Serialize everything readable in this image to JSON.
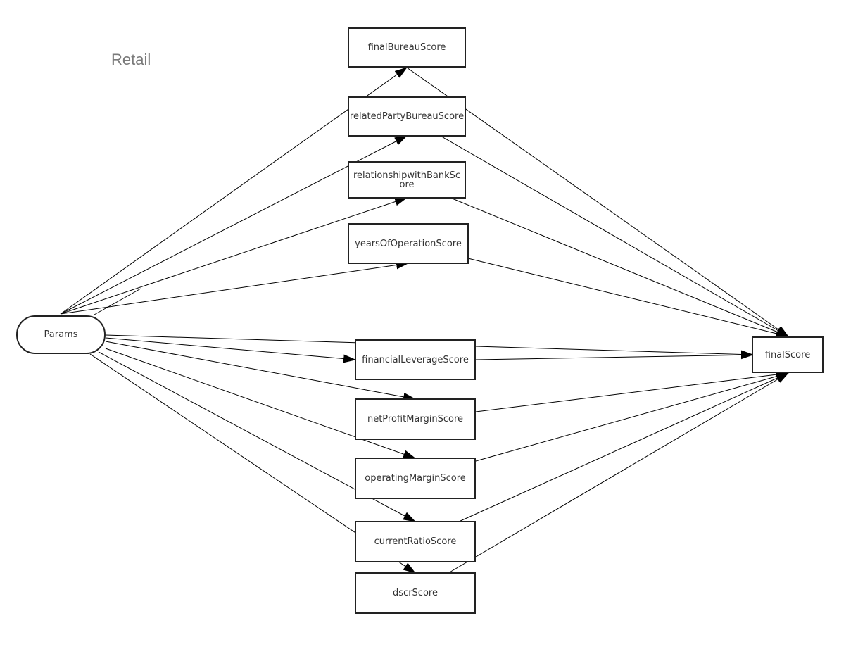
{
  "title": "Retail",
  "colors": {
    "stroke": "#000000",
    "border": "#222222",
    "text": "#333333",
    "title": "#7a7a7a"
  },
  "nodes": {
    "params": "Params",
    "finalBureauScore": "finalBureauScore",
    "relatedPartyBureauScore": "relatedPartyBureauScore",
    "relationshipWithBankScore": "relationshipwithBankScore",
    "yearsOfOperationScore": "yearsOfOperationScore",
    "financialLeverageScore": "financialLeverageScore",
    "netProfitMarginScore": "netProfitMarginScore",
    "operatingMarginScore": "operatingMarginScore",
    "currentRatioScore": "currentRatioScore",
    "dscrScore": "dscrScore",
    "finalScore": "finalScore"
  },
  "edges": [
    {
      "from": "params",
      "to": "finalBureauScore"
    },
    {
      "from": "params",
      "to": "relatedPartyBureauScore"
    },
    {
      "from": "params",
      "to": "relationshipWithBankScore"
    },
    {
      "from": "params",
      "to": "yearsOfOperationScore"
    },
    {
      "from": "params",
      "to": "finalScore"
    },
    {
      "from": "params",
      "to": "financialLeverageScore"
    },
    {
      "from": "params",
      "to": "netProfitMarginScore"
    },
    {
      "from": "params",
      "to": "operatingMarginScore"
    },
    {
      "from": "params",
      "to": "currentRatioScore"
    },
    {
      "from": "params",
      "to": "dscrScore"
    },
    {
      "from": "finalBureauScore",
      "to": "finalScore"
    },
    {
      "from": "relatedPartyBureauScore",
      "to": "finalScore"
    },
    {
      "from": "relationshipWithBankScore",
      "to": "finalScore"
    },
    {
      "from": "yearsOfOperationScore",
      "to": "finalScore"
    },
    {
      "from": "financialLeverageScore",
      "to": "finalScore"
    },
    {
      "from": "netProfitMarginScore",
      "to": "finalScore"
    },
    {
      "from": "operatingMarginScore",
      "to": "finalScore"
    },
    {
      "from": "currentRatioScore",
      "to": "finalScore"
    },
    {
      "from": "dscrScore",
      "to": "finalScore"
    }
  ]
}
